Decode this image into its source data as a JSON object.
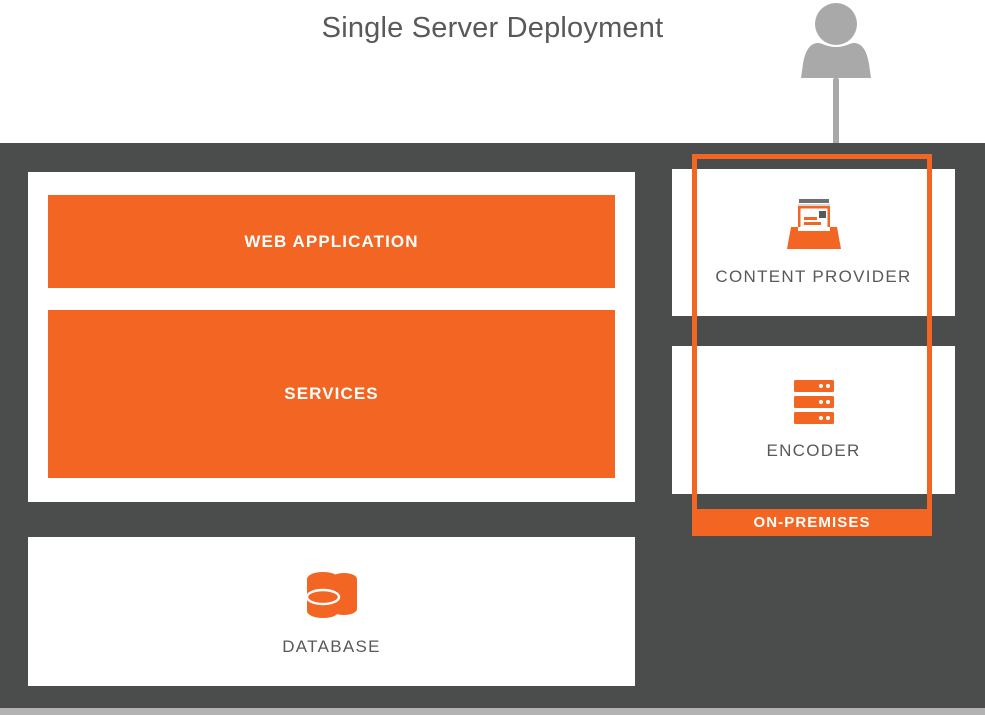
{
  "page": {
    "title": "Single Server Deployment",
    "background_color": "#ffffff",
    "accent_color": "#f26522",
    "panel_color": "#4a4d4c",
    "text_color": "#58595b",
    "footer_strip_color": "#b3b3b3"
  },
  "actor": {
    "icon": "user-icon",
    "color": "#a9a9a9",
    "connector": "dashed-line"
  },
  "server": {
    "name": "single-server-panel",
    "app_stack": {
      "blocks": [
        {
          "label": "WEB APPLICATION",
          "color": "#f26522"
        },
        {
          "label": "SERVICES",
          "color": "#f26522"
        }
      ]
    },
    "database": {
      "label": "DATABASE",
      "icon": "database-icon",
      "icon_color": "#f26522"
    }
  },
  "on_premises": {
    "label": "ON-PREMISES",
    "border_color": "#f26522",
    "nodes": [
      {
        "label": "CONTENT PROVIDER",
        "icon": "inbox-document-icon",
        "icon_color": "#f26522"
      },
      {
        "label": "ENCODER",
        "icon": "server-rack-icon",
        "icon_color": "#f26522"
      }
    ]
  }
}
